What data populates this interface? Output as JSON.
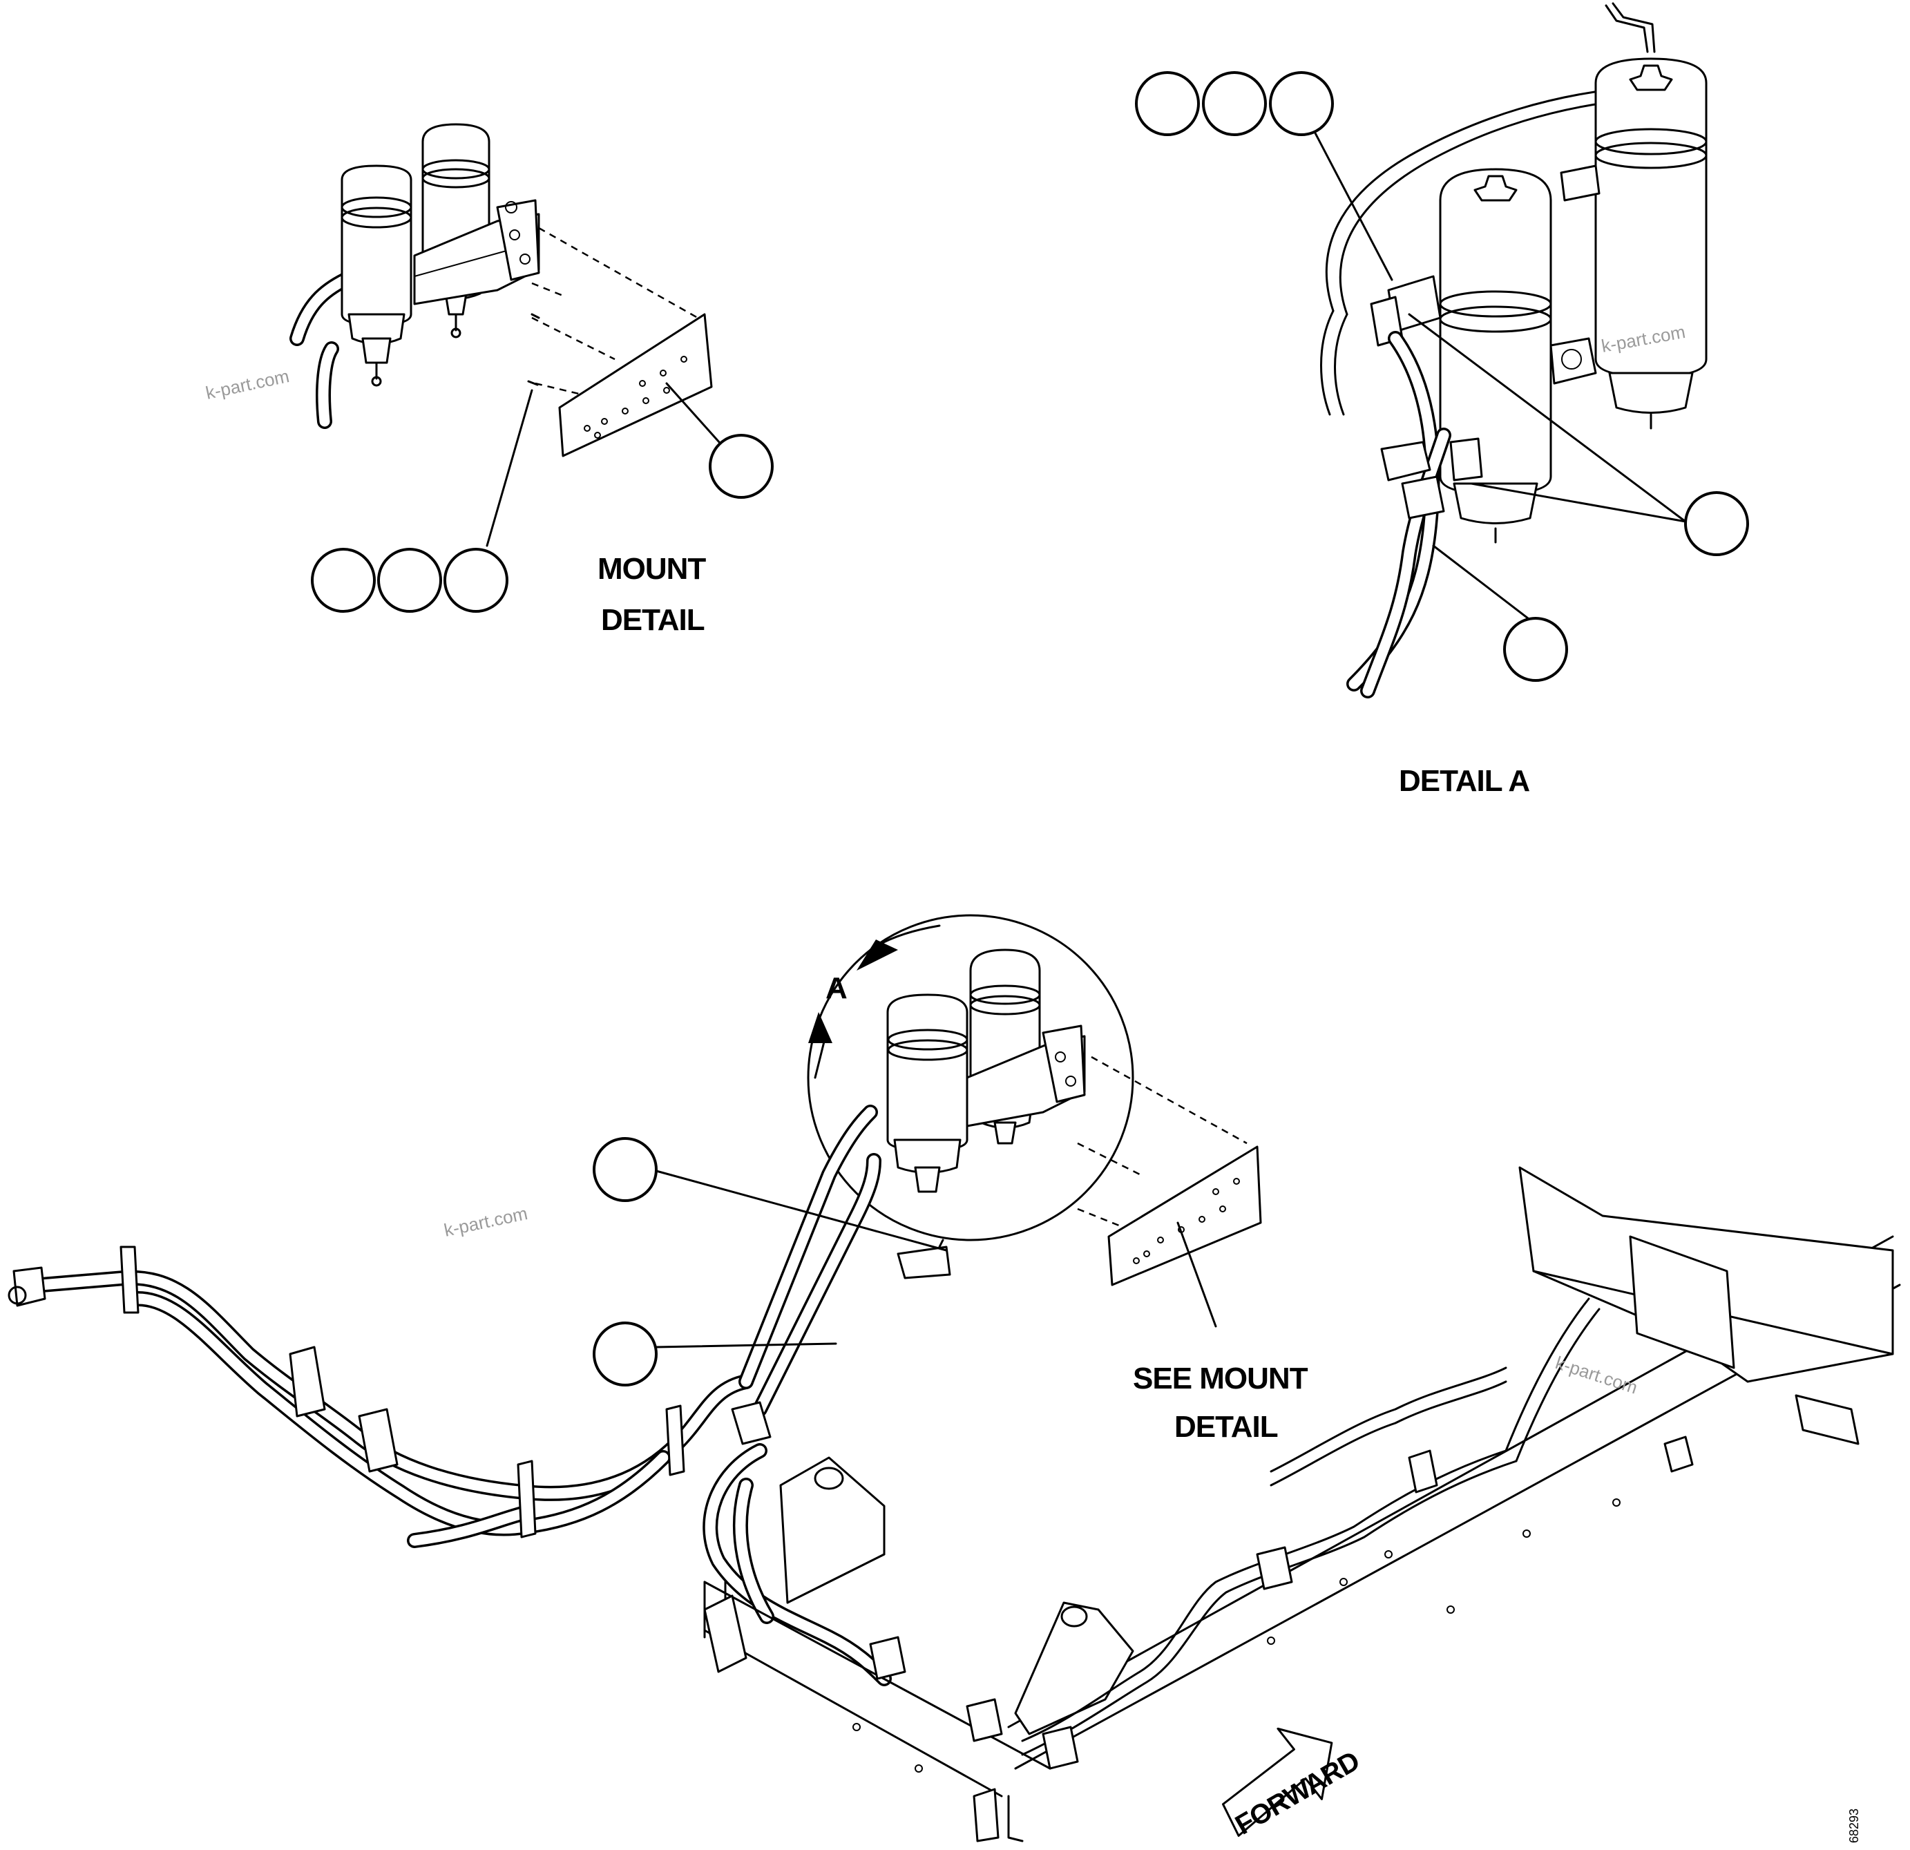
{
  "labels": {
    "mount_detail_line1": "MOUNT",
    "mount_detail_line2": "DETAIL",
    "detail_a": "DETAIL A",
    "view_a": "A",
    "see_mount_line1": "SEE MOUNT",
    "see_mount_line2": "DETAIL",
    "forward": "FORWARD",
    "drawing_number": "68293"
  },
  "watermarks": [
    "k-part.com",
    "k-part.com",
    "k-part.com",
    "k-part.com"
  ],
  "callout_bubbles": [
    "",
    "",
    "",
    "",
    "",
    "",
    "",
    "",
    "",
    "",
    ""
  ]
}
